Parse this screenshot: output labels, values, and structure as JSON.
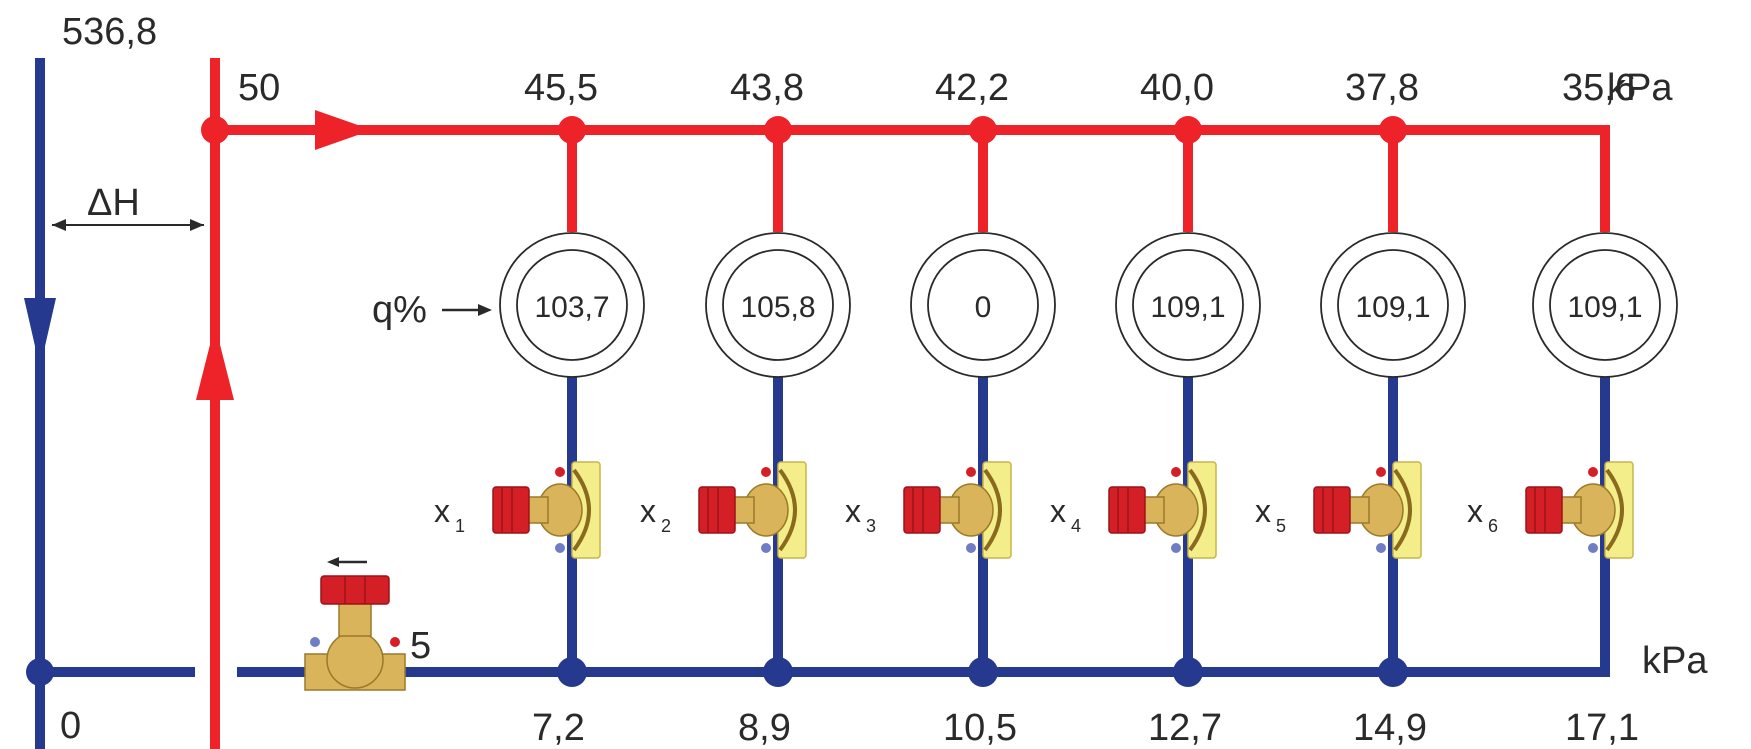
{
  "colors": {
    "supply": "#ee2229",
    "return": "#253a8e",
    "valve_body": "#d9b45a",
    "valve_handle": "#d51f27",
    "bracket": "#f3ee8a",
    "text": "#2a2a2a"
  },
  "labels": {
    "left_riser_top": "536,8",
    "left_riser_bottom": "0",
    "supply_start": "50",
    "delta_h": "ΔH",
    "q_percent": "q%",
    "balancing_valve": "5",
    "supply_unit": "kPa",
    "return_unit": "kPa"
  },
  "supply_pressures": [
    "45,5",
    "43,8",
    "42,2",
    "40,0",
    "37,8",
    "35,6"
  ],
  "return_pressures": [
    "7,2",
    "8,9",
    "10,5",
    "12,7",
    "14,9",
    "17,1"
  ],
  "flow_percent": [
    "103,7",
    "105,8",
    "0",
    "109,1",
    "109,1",
    "109,1"
  ],
  "valves": [
    {
      "letter": "x",
      "index": "1"
    },
    {
      "letter": "x",
      "index": "2"
    },
    {
      "letter": "x",
      "index": "3"
    },
    {
      "letter": "x",
      "index": "4"
    },
    {
      "letter": "x",
      "index": "5"
    },
    {
      "letter": "x",
      "index": "6"
    }
  ],
  "icons": {
    "flow_arrow": "triangle-arrow-icon",
    "radiator": "double-ring-icon",
    "valve": "radiator-valve-icon",
    "balancing_valve": "balancing-valve-icon"
  }
}
